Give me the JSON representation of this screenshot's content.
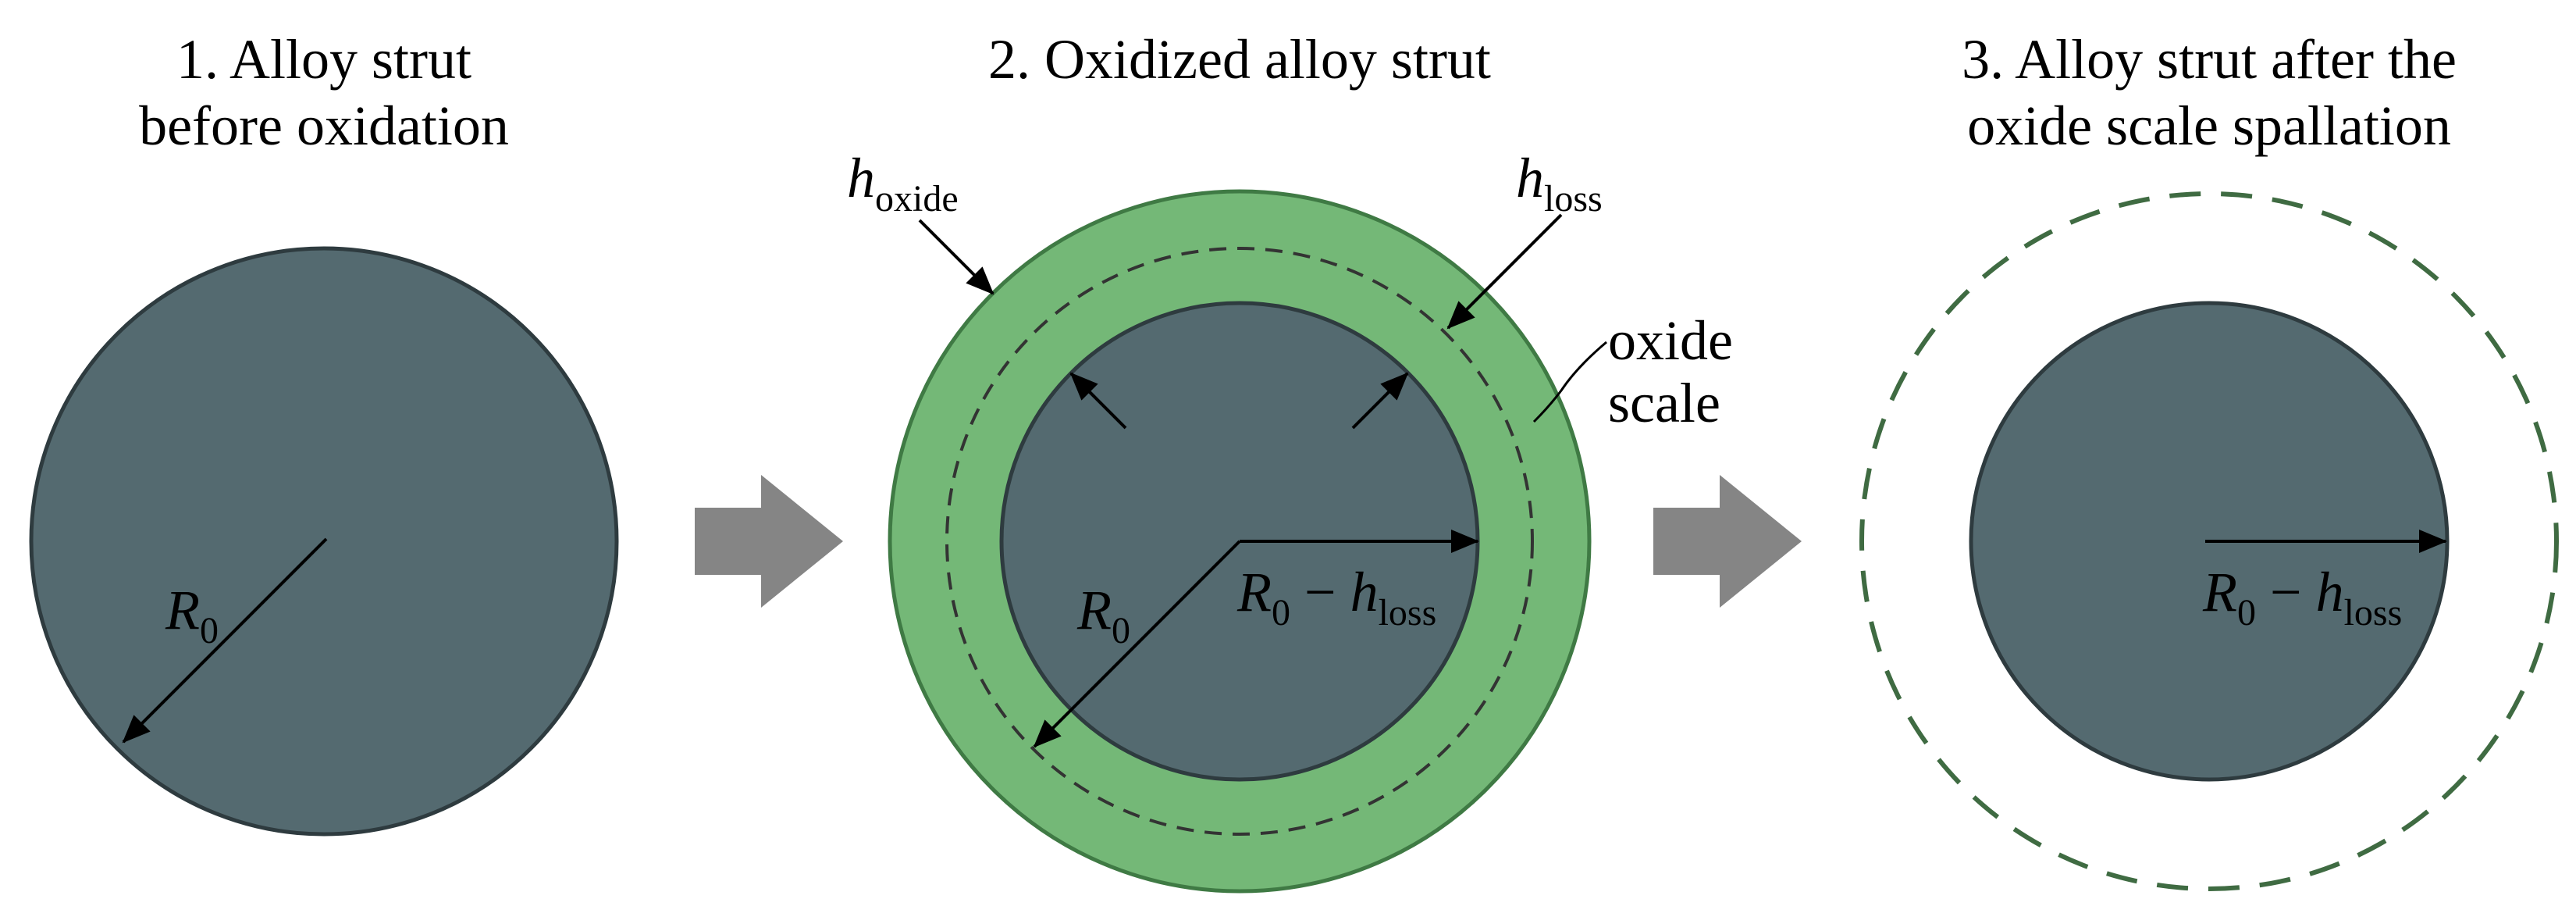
{
  "panels": [
    {
      "title_line1": "1. Alloy strut",
      "title_line2": "before oxidation",
      "radius_label": {
        "symbol": "R",
        "subscript": "0"
      }
    },
    {
      "title_line1": "2. Oxidized alloy strut",
      "oxide_label": {
        "symbol": "h",
        "subscript": "oxide"
      },
      "loss_label": {
        "symbol": "h",
        "subscript": "loss"
      },
      "scale_label_line1": "oxide",
      "scale_label_line2": "scale",
      "radius_label": {
        "symbol": "R",
        "subscript": "0"
      },
      "reduced_radius_label": {
        "symbol": "R",
        "subscript": "0",
        "operator": "−",
        "symbol2": "h",
        "subscript2": "loss"
      }
    },
    {
      "title_line1": "3. Alloy strut after the",
      "title_line2": "oxide scale spallation",
      "reduced_radius_label": {
        "symbol": "R",
        "subscript": "0",
        "operator": "−",
        "symbol2": "h",
        "subscript2": "loss"
      }
    }
  ],
  "colors": {
    "alloy_fill": "#546a70",
    "alloy_stroke": "#2e3b3f",
    "oxide_fill": "#74b877",
    "oxide_stroke": "#3f7a44",
    "dashed_dark": "#333333",
    "dashed_green": "#3f6b42",
    "process_arrow": "#858585",
    "text": "#000000"
  }
}
